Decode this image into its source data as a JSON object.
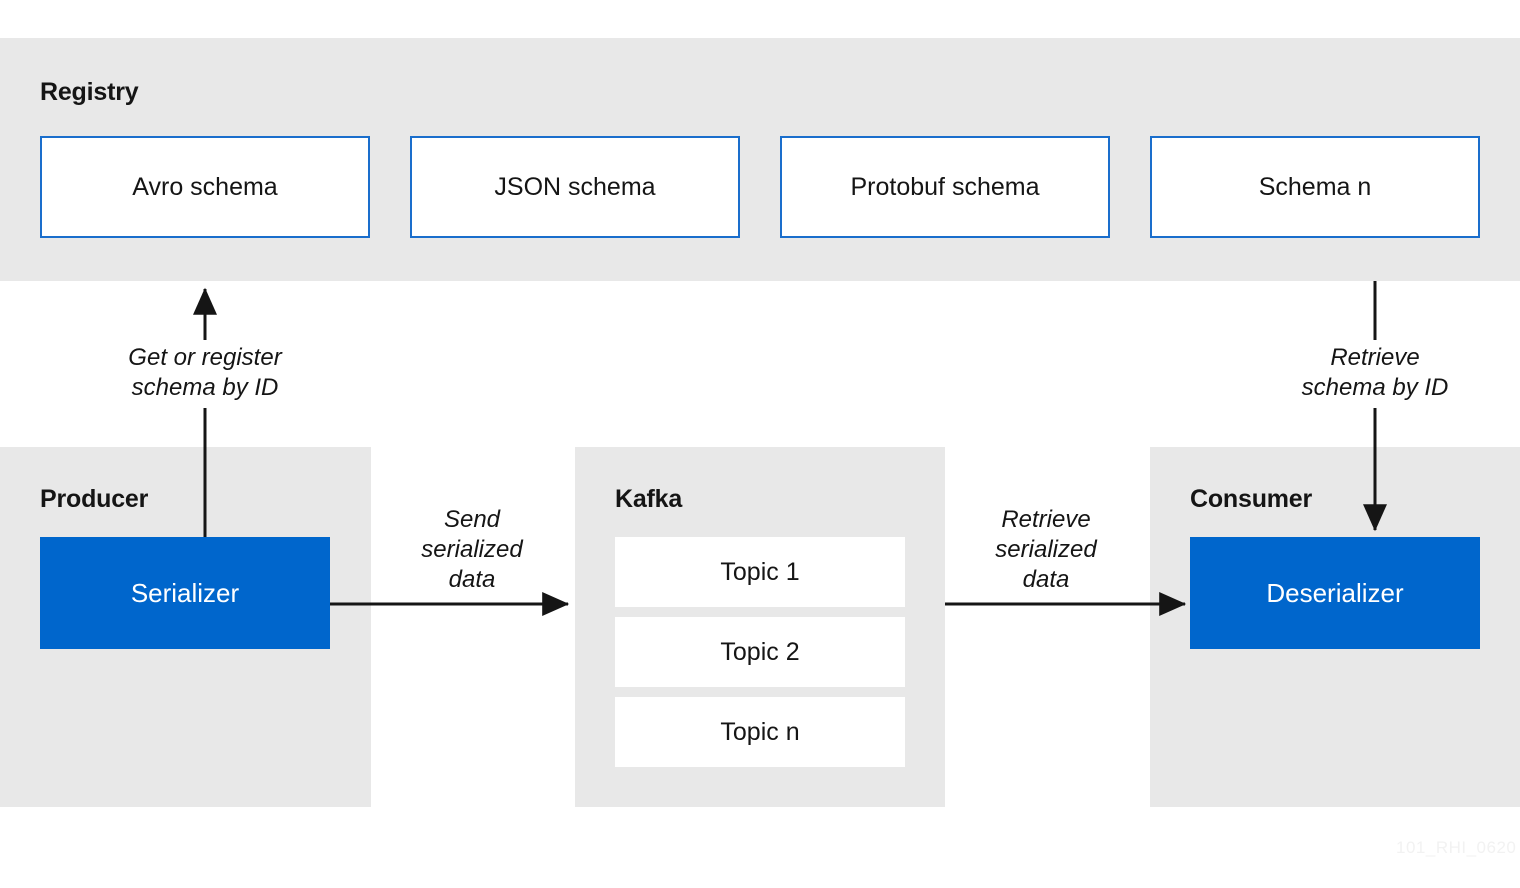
{
  "registry": {
    "title": "Registry",
    "schemas": [
      {
        "label": "Avro schema"
      },
      {
        "label": "JSON schema"
      },
      {
        "label": "Protobuf schema"
      },
      {
        "label": "Schema n"
      }
    ]
  },
  "producer": {
    "title": "Producer",
    "component": "Serializer"
  },
  "kafka": {
    "title": "Kafka",
    "topics": [
      {
        "label": "Topic 1"
      },
      {
        "label": "Topic 2"
      },
      {
        "label": "Topic n"
      }
    ]
  },
  "consumer": {
    "title": "Consumer",
    "component": "Deserializer"
  },
  "edges": {
    "producer_to_registry": "Get or register\nschema by ID",
    "registry_to_consumer": "Retrieve\nschema by ID",
    "producer_to_kafka": "Send\nserialized\ndata",
    "kafka_to_consumer": "Retrieve\nserialized\ndata"
  },
  "watermark": "101_RHI_0620",
  "colors": {
    "band": "#e8e8e8",
    "accent_blue": "#0066cc",
    "schema_border": "#1a6ecc",
    "text": "#151515",
    "arrow": "#151515"
  }
}
